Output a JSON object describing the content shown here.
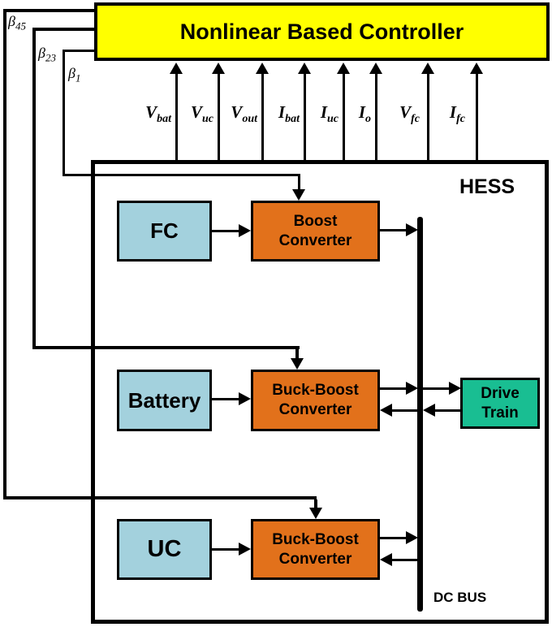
{
  "controller": {
    "label": "Nonlinear Based Controller"
  },
  "hess": {
    "label": "HESS"
  },
  "sensors": [
    {
      "base": "V",
      "sub": "bat"
    },
    {
      "base": "V",
      "sub": "uc"
    },
    {
      "base": "V",
      "sub": "out"
    },
    {
      "base": "I",
      "sub": "bat"
    },
    {
      "base": "I",
      "sub": "uc"
    },
    {
      "base": "I",
      "sub": "o"
    },
    {
      "base": "V",
      "sub": "fc"
    },
    {
      "base": "I",
      "sub": "fc"
    }
  ],
  "duty_signals": [
    {
      "base": "β",
      "sub": "45"
    },
    {
      "base": "β",
      "sub": "23"
    },
    {
      "base": "β",
      "sub": "1"
    }
  ],
  "blocks": {
    "fc": "FC",
    "battery": "Battery",
    "uc": "UC",
    "boost": {
      "line1": "Boost",
      "line2": "Converter"
    },
    "buck_boost": {
      "line1": "Buck-Boost",
      "line2": "Converter"
    },
    "drive_train": {
      "line1": "Drive",
      "line2": "Train"
    },
    "dc_bus": "DC BUS"
  },
  "colors": {
    "controller_fill": "#FFFF00",
    "source_fill": "#A3D1DD",
    "converter_fill": "#E2711B",
    "drive_train_fill": "#19BE92",
    "line": "#000000"
  }
}
